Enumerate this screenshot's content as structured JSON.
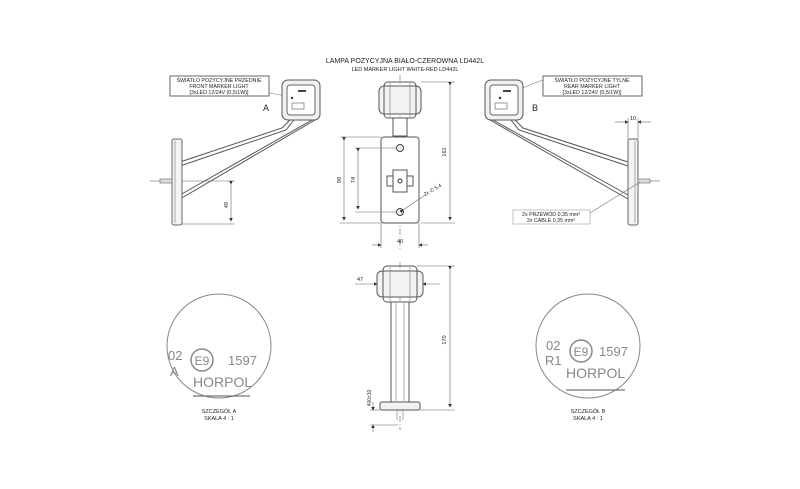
{
  "title": {
    "pl": "LAMPA POZYCYJNA BIAŁO-CZEROWNA LD442L",
    "en": "LED MARKER LIGHT WHITE-RED LD442L"
  },
  "label_front": {
    "line1": "ŚWIATŁO POZYCYJNE PRZEDNIE",
    "line2": "FRONT MARKER LIGHT",
    "line3": "[3xLED 12/24V (0,5/1W)]"
  },
  "label_rear": {
    "line1": "ŚWIATŁO POZYCYJNE TYLNE",
    "line2": "REAR MARKER LIGHT",
    "line3": "[3xLED 12/24V (0,5/1W)]"
  },
  "cable_label": {
    "line1": "2x PRZEWÓD 0,35 mm²",
    "line2": "2x CABLE 0,35 mm²"
  },
  "view_markers": {
    "a": "A",
    "b": "B"
  },
  "dimensions": {
    "d49": "49",
    "d10": "10",
    "d161": "161",
    "d98": "98",
    "d74": "74",
    "d40": "40",
    "hole": "2x ∅ 5,4",
    "d47": "47",
    "d170": "170",
    "d400": "400±10"
  },
  "detail_a": {
    "code_top": "02",
    "code_bottom": "A",
    "approval": "E9",
    "number": "1597",
    "brand": "HORPOL",
    "caption": "SZCZEGÓŁ A",
    "scale": "SKALA 4 : 1"
  },
  "detail_b": {
    "code_top": "02",
    "code_bottom": "R1",
    "approval": "E9",
    "number": "1597",
    "brand": "HORPOL",
    "caption": "SZCZEGÓŁ B",
    "scale": "SKALA 4 : 1"
  }
}
